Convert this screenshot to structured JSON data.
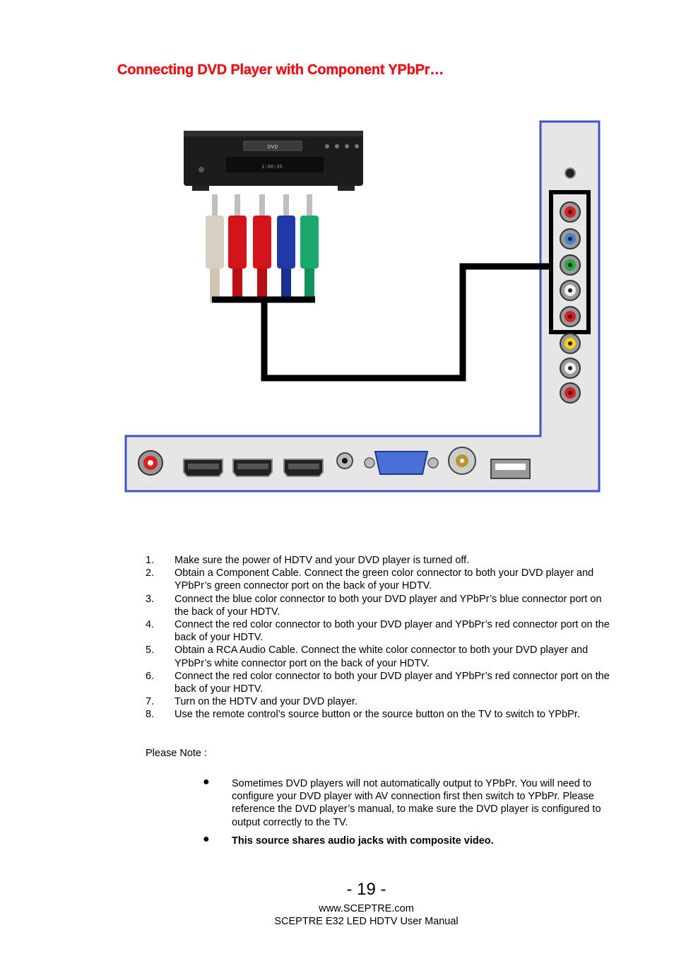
{
  "title": "Connecting DVD Player with Component YPbPr…",
  "diagram": {
    "dvd_label": "DVD",
    "display_text": "1:00:35"
  },
  "steps": [
    {
      "num": "1.",
      "text": "Make sure the power of HDTV and your DVD player is turned off."
    },
    {
      "num": "2.",
      "text": "Obtain a Component Cable. Connect the green color connector to both your DVD player and YPbPr’s green connector port on the back of your HDTV."
    },
    {
      "num": "3.",
      "text": "Connect the blue color connector to both your DVD player and YPbPr’s blue connector port on the back of your HDTV."
    },
    {
      "num": "4.",
      "text": "Connect the red color connector to both your DVD player and YPbPr’s red connector port on the back of your HDTV."
    },
    {
      "num": "5.",
      "text": "Obtain a RCA Audio Cable.  Connect the white color connector to both your DVD player and YPbPr’s white connector port on the back of your HDTV."
    },
    {
      "num": "6.",
      "text": "Connect the red color connector to both your DVD player and YPbPr’s red connector port on the back of your HDTV."
    },
    {
      "num": "7.",
      "text": "Turn on the HDTV and your DVD player."
    },
    {
      "num": "8.",
      "text": "Use the remote control’s source button or the source button on the TV to switch to YPbPr."
    }
  ],
  "note_label": "Please Note :",
  "bullets": [
    {
      "text": "Sometimes DVD players will not automatically output to YPbPr.  You will need to configure your DVD player with AV connection first then switch to YPbPr.  Please reference the DVD player’s manual, to make sure the DVD player is configured to output correctly to the TV."
    },
    {
      "text": "This source shares audio jacks with composite video."
    }
  ],
  "page_number": "- 19 -",
  "footer": {
    "url": "www.SCEPTRE.com",
    "manual": "SCEPTRE E32 LED HDTV User Manual"
  },
  "colors": {
    "title": "#e8141b",
    "panel_fill": "#e6e6e6",
    "panel_border": "#3f52c8",
    "cable": "#000000"
  }
}
